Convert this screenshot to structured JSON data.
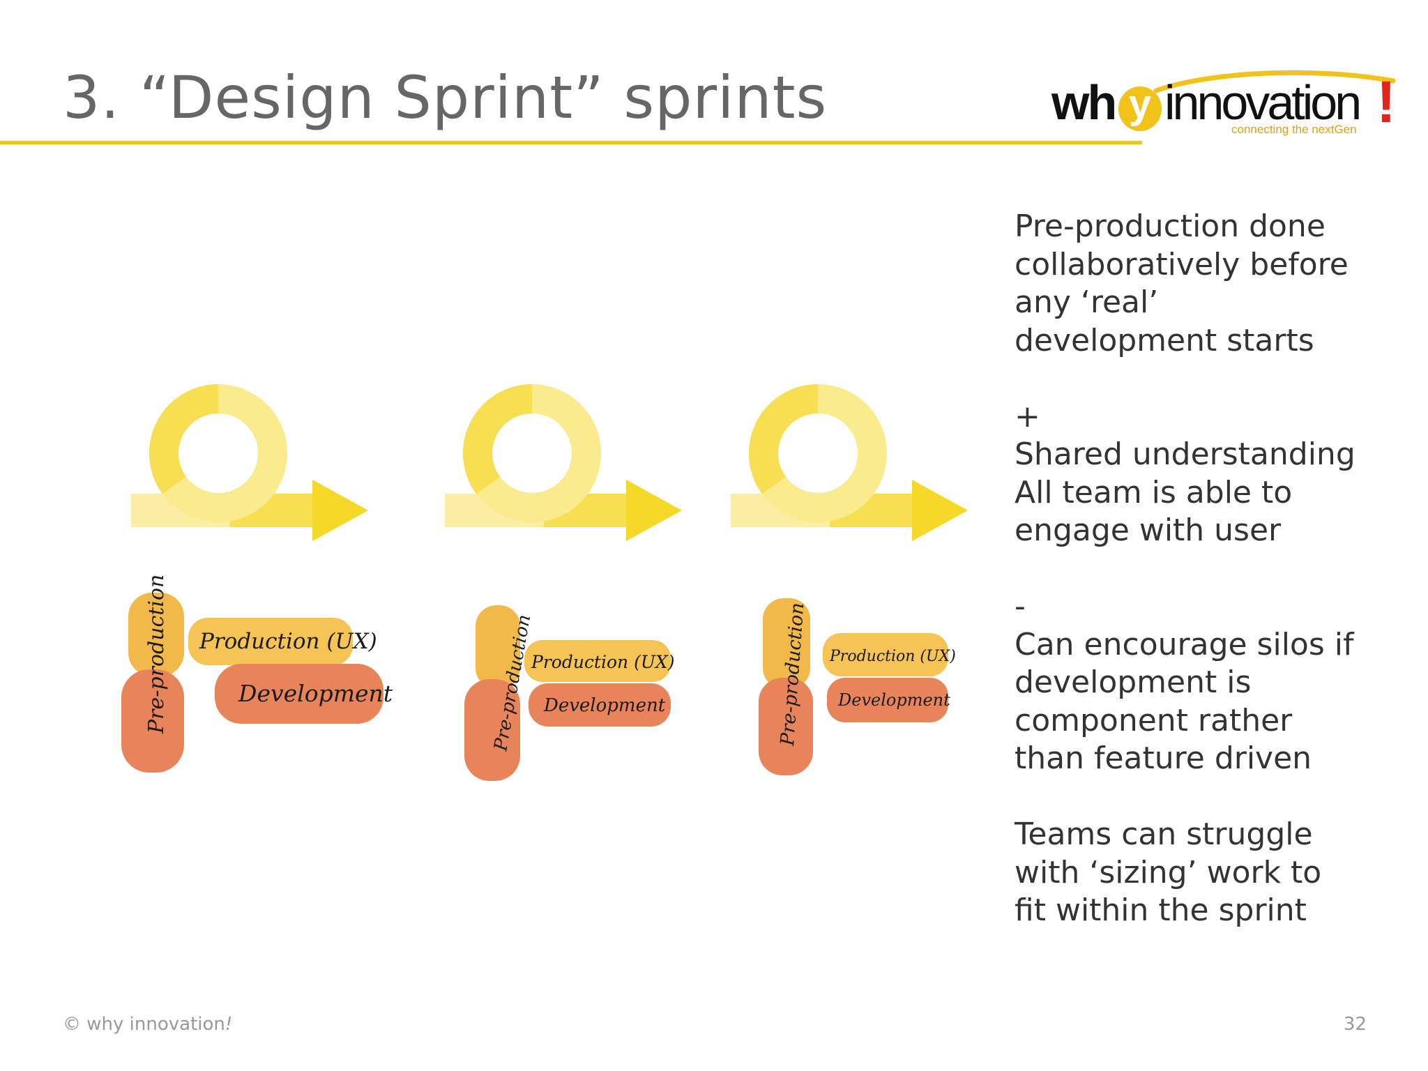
{
  "slide": {
    "title": "3. “Design Sprint” sprints",
    "page_number": "32"
  },
  "logo": {
    "wordmark_left": "wh",
    "wordmark_y": "y",
    "wordmark_right": "innovation",
    "exclamation": "!",
    "tagline": "connecting the nextGen"
  },
  "colors": {
    "accent": "#f5c21b",
    "title": "#666666",
    "text": "#333333",
    "footer": "#999999",
    "loop_yellow": "#f7dc4a",
    "preproduction": "#f2b94a",
    "production": "#f5c454",
    "development": "#e8845a"
  },
  "sprints": [
    {
      "preproduction": "Pre-production",
      "production": "Production (UX)",
      "development": "Development"
    },
    {
      "preproduction": "Pre-production",
      "production": "Production (UX)",
      "development": "Development"
    },
    {
      "preproduction": "Pre-production",
      "production": "Production (UX)",
      "development": "Development"
    }
  ],
  "notes": {
    "block1": [
      "Pre-production done",
      "collaboratively before",
      "any ‘real’",
      "development starts"
    ],
    "plus": "+",
    "block2": [
      "Shared understanding",
      "All team is able to",
      "engage with user"
    ],
    "minus": "-",
    "block3": [
      "Can encourage silos if",
      "development is",
      "component rather",
      "than feature driven"
    ],
    "block4": [
      "Teams can struggle",
      "with ‘sizing’ work to",
      "fit within the sprint"
    ]
  },
  "footer": {
    "copyright": "© why innovation",
    "bang": "!"
  }
}
